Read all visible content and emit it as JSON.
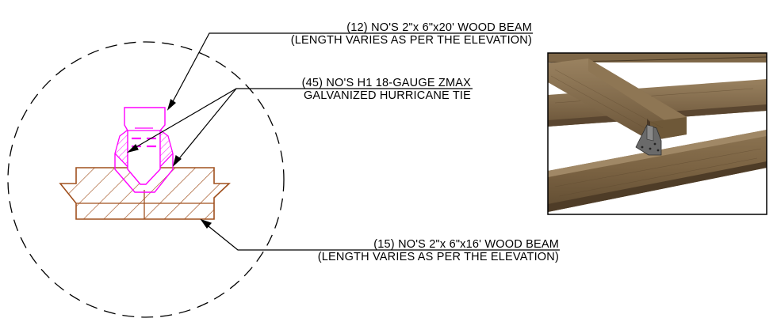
{
  "annotations": {
    "top_beam": {
      "line1": "(12) NO'S  2\"x 6\"x20' WOOD BEAM",
      "line2": "(LENGTH VARIES AS PER THE ELEVATION)"
    },
    "hurricane_tie": {
      "line1": "(45) NO'S H1 18-GAUGE ZMAX",
      "line2": "GALVANIZED HURRICANE TIE"
    },
    "bottom_beam": {
      "line1": "(15) NO'S  2\"x 6\"x16' WOOD BEAM",
      "line2": "(LENGTH VARIES AS PER THE ELEVATION)"
    }
  },
  "colors": {
    "wood_section": "#a0501e",
    "tie_outline": "#ff00ff",
    "detail_circle": "#000000",
    "leader": "#000000",
    "photo_wood": "#7c6646",
    "photo_metal": "#555555"
  }
}
